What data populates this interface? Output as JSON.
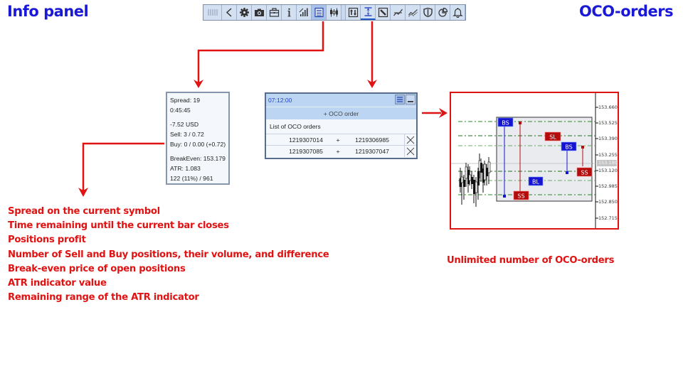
{
  "headings": {
    "info_panel": "Info panel",
    "oco_orders": "OCO-orders"
  },
  "toolbar": {
    "buttons": [
      {
        "name": "grip",
        "icon": "grip-icon"
      },
      {
        "name": "collapse",
        "icon": "chevron-left-icon"
      },
      {
        "name": "settings",
        "icon": "gear-icon"
      },
      {
        "name": "screenshot",
        "icon": "camera-icon"
      },
      {
        "name": "portfolio",
        "icon": "briefcase-icon"
      },
      {
        "name": "info",
        "icon": "info-icon"
      },
      {
        "name": "signal",
        "icon": "bars-chart-icon"
      },
      {
        "name": "info-panel",
        "icon": "list-panel-icon",
        "active": true
      },
      {
        "name": "candles",
        "icon": "candles-icon"
      },
      {
        "name": "trade",
        "icon": "trade-arrows-icon"
      },
      {
        "name": "oco",
        "icon": "oco-range-icon",
        "active": true
      },
      {
        "name": "draw",
        "icon": "pencil-icon"
      },
      {
        "name": "trend",
        "icon": "trend-line-icon"
      },
      {
        "name": "wave",
        "icon": "wave-lines-icon"
      },
      {
        "name": "protect",
        "icon": "shield-icon"
      },
      {
        "name": "stats",
        "icon": "pie-chart-icon"
      },
      {
        "name": "alerts",
        "icon": "bell-icon"
      }
    ]
  },
  "info_panel": {
    "spread": "Spread: 19",
    "timer": "0:45:45",
    "profit": "-7.52 USD",
    "sell": "Sell: 3 / 0.72",
    "buy": "Buy: 0 / 0.00 (+0.72)",
    "breakeven": "BreakEven: 153.179",
    "atr": "ATR: 1.083",
    "atr_range": "122 (11%) / 961"
  },
  "oco_panel": {
    "time": "07:12:00",
    "add_button": "+ OCO order",
    "list_title": "List of OCO orders",
    "rows": [
      {
        "a": "1219307014",
        "sep": "+",
        "b": "1219306985"
      },
      {
        "a": "1219307085",
        "sep": "+",
        "b": "1219307047"
      }
    ]
  },
  "chart": {
    "price_labels": [
      "153.660",
      "153.525",
      "153.390",
      "153.255",
      "153.120",
      "152.985",
      "152.850",
      "152.715"
    ],
    "current_price": "153.180",
    "order_tags": {
      "bs1": "BS",
      "ss1": "SS",
      "sl": "SL",
      "bs2": "BS",
      "ss2": "SS",
      "bl": "BL"
    },
    "colors": {
      "buy": "#1414d2",
      "sell": "#b40c0c",
      "level": "#2a8a2a",
      "frame": "#e01212"
    }
  },
  "descriptions": [
    "Spread on the current symbol",
    "Time remaining until the current bar closes",
    "Positions profit",
    "Number of Sell and Buy positions, their volume, and difference",
    "Break-even price of open positions",
    "ATR indicator value",
    "Remaining range of the ATR indicator"
  ],
  "oco_caption": "Unlimited number of OCO-orders"
}
